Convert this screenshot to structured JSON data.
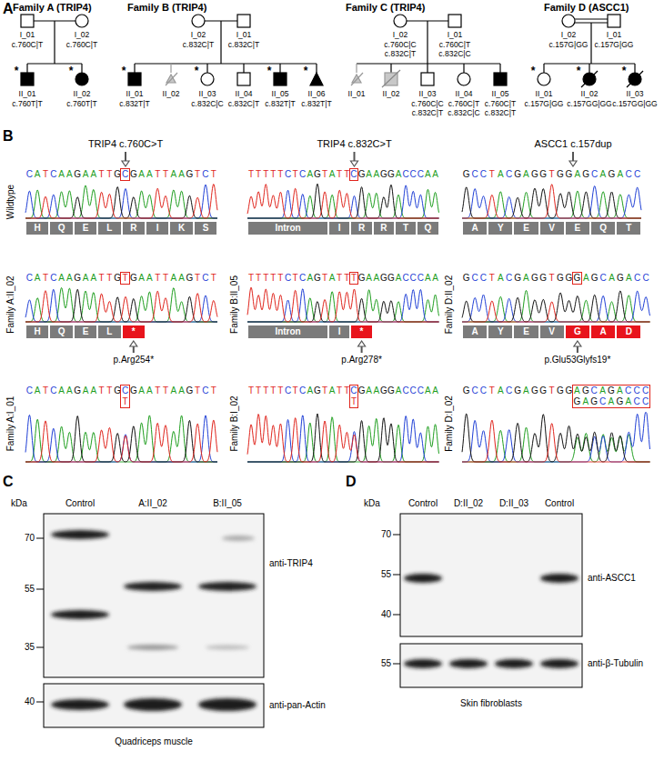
{
  "diagram": {
    "nodes": [
      {
        "text": [
          "C"
        ]
      },
      {
        "text": [
          "H"
        ]
      },
      {
        "text": [
          "Q"
        ]
      },
      {
        "text": [
          "E"
        ]
      },
      {
        "text": [
          "L"
        ]
      },
      {
        "text": [
          "R"
        ]
      },
      {
        "text": [
          "I"
        ]
      },
      {
        "text": [
          "K"
        ]
      },
      {
        "text": [
          "S"
        ]
      },
      {
        "text": [
          "C"
        ]
      },
      {
        "text": [
          "Intron"
        ]
      },
      {
        "text": [
          "I"
        ]
      },
      {
        "text": [
          "R"
        ]
      },
      {
        "text": [
          "R"
        ]
      },
      {
        "text": [
          "T"
        ]
      },
      {
        "text": [
          "Q"
        ]
      },
      {
        "text": [
          "A"
        ]
      },
      {
        "text": [
          "Y"
        ]
      },
      {
        "text": [
          "E"
        ]
      },
      {
        "text": [
          "V"
        ]
      },
      {
        "text": [
          "E"
        ]
      },
      {
        "text": [
          "Q"
        ]
      },
      {
        "text": [
          "T"
        ]
      },
      {
        "text": [
          "T"
        ]
      },
      {
        "text": [
          "H"
        ]
      },
      {
        "text": [
          "Q"
        ]
      },
      {
        "text": [
          "E"
        ]
      },
      {
        "text": [
          "L"
        ]
      },
      {
        "text": [
          "*"
        ]
      },
      {
        "text": [
          "T"
        ]
      },
      {
        "text": [
          "Intron"
        ]
      },
      {
        "text": [
          "I"
        ]
      },
      {
        "text": [
          "*"
        ]
      },
      {
        "text": [
          "G"
        ]
      },
      {
        "text": [
          "A"
        ]
      },
      {
        "text": [
          "Y"
        ]
      },
      {
        "text": [
          "E"
        ]
      },
      {
        "text": [
          "V"
        ]
      },
      {
        "text": [
          "G"
        ]
      },
      {
        "text": [
          "A"
        ]
      },
      {
        "text": [
          "D"
        ]
      },
      {
        "text": [
          "C",
          "T"
        ]
      },
      {
        "text": [
          "C",
          "T"
        ]
      },
      {
        "text": [
          "AGCAGACCC",
          "GAGCAGACC"
        ]
      }
    ],
    "labels": [
      "A",
      "Family A (TRIP4)",
      "I_01",
      "c.760C|T",
      "I_02",
      "c.760C|T",
      "*",
      "II_01",
      "c.760T|T",
      "*",
      "II_02",
      "c.760T|T",
      "Family B (TRIP4)",
      "I_02",
      "c.832C|T",
      "I_01",
      "c.832C|T",
      "*",
      "II_01",
      "c.832T|T",
      "II_02",
      "*",
      "II_03",
      "c.832C|C",
      "II_04",
      "c.832C|T",
      "*",
      "II_05",
      "c.832T|T",
      "*",
      "II_06",
      "c.832T|T",
      "Family C (TRIP4)",
      "I_02",
      "c.760C|C",
      "c.832C|T",
      "I_01",
      "c.760C|T",
      "c.832C|C",
      "II_01",
      "II_02",
      "II_03",
      "c.760C|C",
      "c.832C|T",
      "II_04",
      "c.760C|T",
      "c.832C|C",
      "II_05",
      "c.760C|T",
      "c.832C|T",
      "Family D (ASCC1)",
      "I_02",
      "c.157G|GG",
      "I_01",
      "c.157G|GG",
      "*",
      "II_01",
      "c.157G|GG",
      "*",
      "II_02",
      "c.157GG|GG",
      "*",
      "II_03",
      "c.157GG|GG",
      "B",
      "TRIP4 c.760C>T",
      "TRIP4 c.832C>T",
      "ASCC1 c.157dup",
      "Wildtype",
      "CATCAAGAATTG",
      "GAATTAAGTCT",
      "TTTTTCTCAGTATT",
      "GAAGGACCCAA",
      "GCCTACGAGGTGGAGCAGACC",
      "Family A:II_02",
      "CATCAAGAATTG",
      "GAATTAAGTCT",
      "p.Arg254*",
      "Family B:II_05",
      "TTTTTCTCAGTATT",
      "GAAGGACCCAA",
      "p.Arg278*",
      "Family D:II_02",
      "GCCTACGAGGTGG",
      "AGCAGACC",
      "p.Glu53Glyfs19*",
      "Family A:I_01",
      "CATCAAGAATTG",
      "GAATTAAGTCT",
      "Family B:I_02",
      "TTTTTCTCAGTATT",
      "GAAGGACCCAA",
      "Family D:I_02",
      "GCCTACGAGGTGG",
      "C",
      "kDa",
      "Control",
      "A:II_02",
      "B:II_05",
      "70",
      "55",
      "35",
      "40",
      "anti-TRIP4",
      "anti-pan-Actin",
      "Quadriceps muscle",
      "D",
      "kDa",
      "Control",
      "D:II_02",
      "D:II_03",
      "Control",
      "70",
      "55",
      "40",
      "55",
      "anti-ASCC1",
      "anti-β-Tubulin",
      "Skin fibroblasts"
    ]
  }
}
